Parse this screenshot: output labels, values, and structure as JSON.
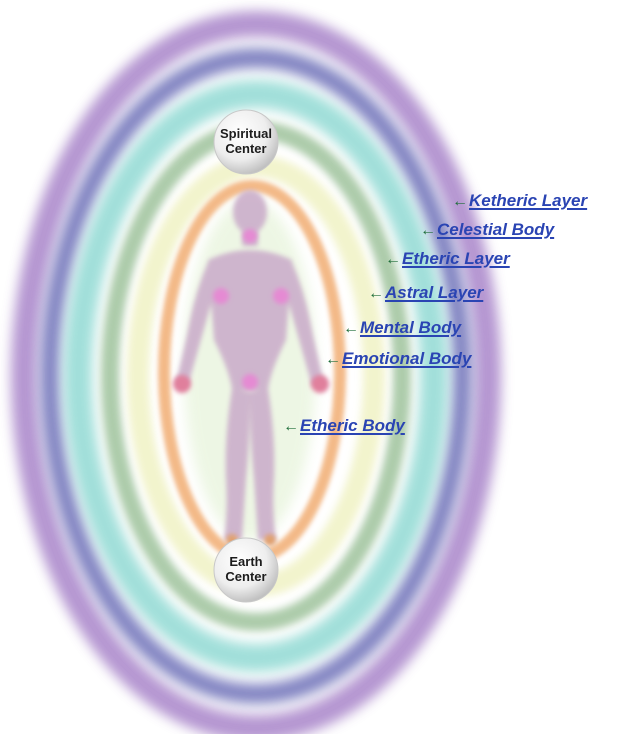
{
  "diagram": {
    "centers": {
      "top_line1": "Spiritual",
      "top_line2": "Center",
      "bottom_line1": "Earth",
      "bottom_line2": "Center"
    },
    "arrow_glyph": "←",
    "layers": [
      {
        "id": "ketheric",
        "label": "Ketheric Layer"
      },
      {
        "id": "celestial",
        "label": "Celestial Body"
      },
      {
        "id": "etheric-layer",
        "label": "Etheric Layer"
      },
      {
        "id": "astral",
        "label": "Astral Layer"
      },
      {
        "id": "mental",
        "label": "Mental Body"
      },
      {
        "id": "emotional",
        "label": "Emotional Body"
      },
      {
        "id": "etheric-body",
        "label": "Etheric Body"
      }
    ],
    "colors": {
      "ketheric": "#a884c9",
      "celestial": "#6d6fb8",
      "etheric_layer": "#97dcd6",
      "astral": "#b9d9b4",
      "mental": "#e9edb2",
      "emotional": "#f2b27c",
      "etheric_body": "#c7e3a8",
      "figure": "#cdb2cc",
      "chakra": "#e58ad3",
      "link_text": "#2a44b3",
      "link_arrow": "#1f6e3a"
    }
  }
}
